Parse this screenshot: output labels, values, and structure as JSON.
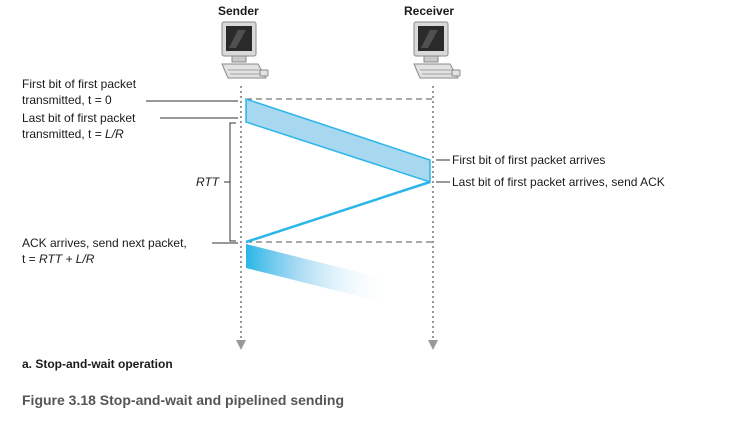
{
  "headers": {
    "sender": "Sender",
    "receiver": "Receiver"
  },
  "left_labels": {
    "first_bit_line1": "First bit of first packet",
    "first_bit_line2": "transmitted, t = 0",
    "last_bit_line1": "Last bit of first packet",
    "last_bit_line2_prefix": "transmitted, t = ",
    "last_bit_line2_italic": "L/R",
    "rtt": "RTT",
    "ack_line1": "ACK arrives, send next packet,",
    "ack_line2_prefix": "t = ",
    "ack_line2_italic": "RTT + L/R"
  },
  "right_labels": {
    "first_arrives": "First bit of first packet arrives",
    "last_arrives": "Last bit of first packet arrives, send ACK"
  },
  "subcaption": "a. Stop-and-wait operation",
  "figure_caption": "Figure 3.18 Stop-and-wait and pipelined sending",
  "colors": {
    "packet_fill": "#a8d8f0",
    "packet_edge": "#29b6e8",
    "ack_line": "#29b6e8",
    "timeline": "#999999"
  }
}
